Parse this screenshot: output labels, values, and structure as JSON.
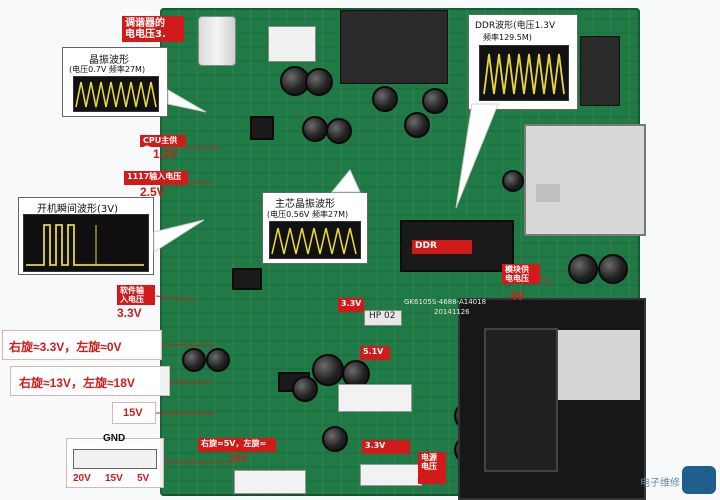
{
  "labels": {
    "tuner_voltage": "调谐器的\n电电压3.",
    "crystal_wave_title": "晶振波形",
    "crystal_wave_sub": "(电压0.7V 频率27M)",
    "ddr_wave_title": "DDR波形(电压1.3V",
    "ddr_wave_sub": "频率129.5M)",
    "cpu_voltage_title": "CPU主供电",
    "cpu_voltage_value": "1.2V",
    "ldo_1117_title": "1117输入电压",
    "ldo_1117_value": "2.5V",
    "boot_wave_title": "开机瞬间波形(3V)",
    "main_crystal_title": "主芯晶振波形",
    "main_crystal_sub": "(电压0.56V 频率27M)",
    "ddr_label_chip": "DDR",
    "board_model": "GK6105S-4688-A14018",
    "board_date": "20141126",
    "hp_label": "HP 02",
    "module_power_title": "模块供\n电电压",
    "module_power_value": "4V",
    "software_input_title": "软件输\n入电压",
    "software_input_value": "3.3V",
    "rotary_ccw_3v": "右旋≈3.3V，左旋≈0V",
    "rotary_ccw_13v": "右旋≈13V，左旋≈18V",
    "voltage_15v": "15V",
    "connector_gnd": "GND",
    "connector_20v": "20V",
    "connector_15v": "15V",
    "connector_5v": "5V",
    "bottom_left_box": "右旋≈5V，左旋≈",
    "bottom_left_value": "20V",
    "bottom_mid_box": "3.3V",
    "bottom_right_box_1": "电源",
    "bottom_right_box_2": "电压",
    "mid_box_1": "3.3V",
    "mid_box_2": "5.1V",
    "watermark": "电子维修"
  }
}
